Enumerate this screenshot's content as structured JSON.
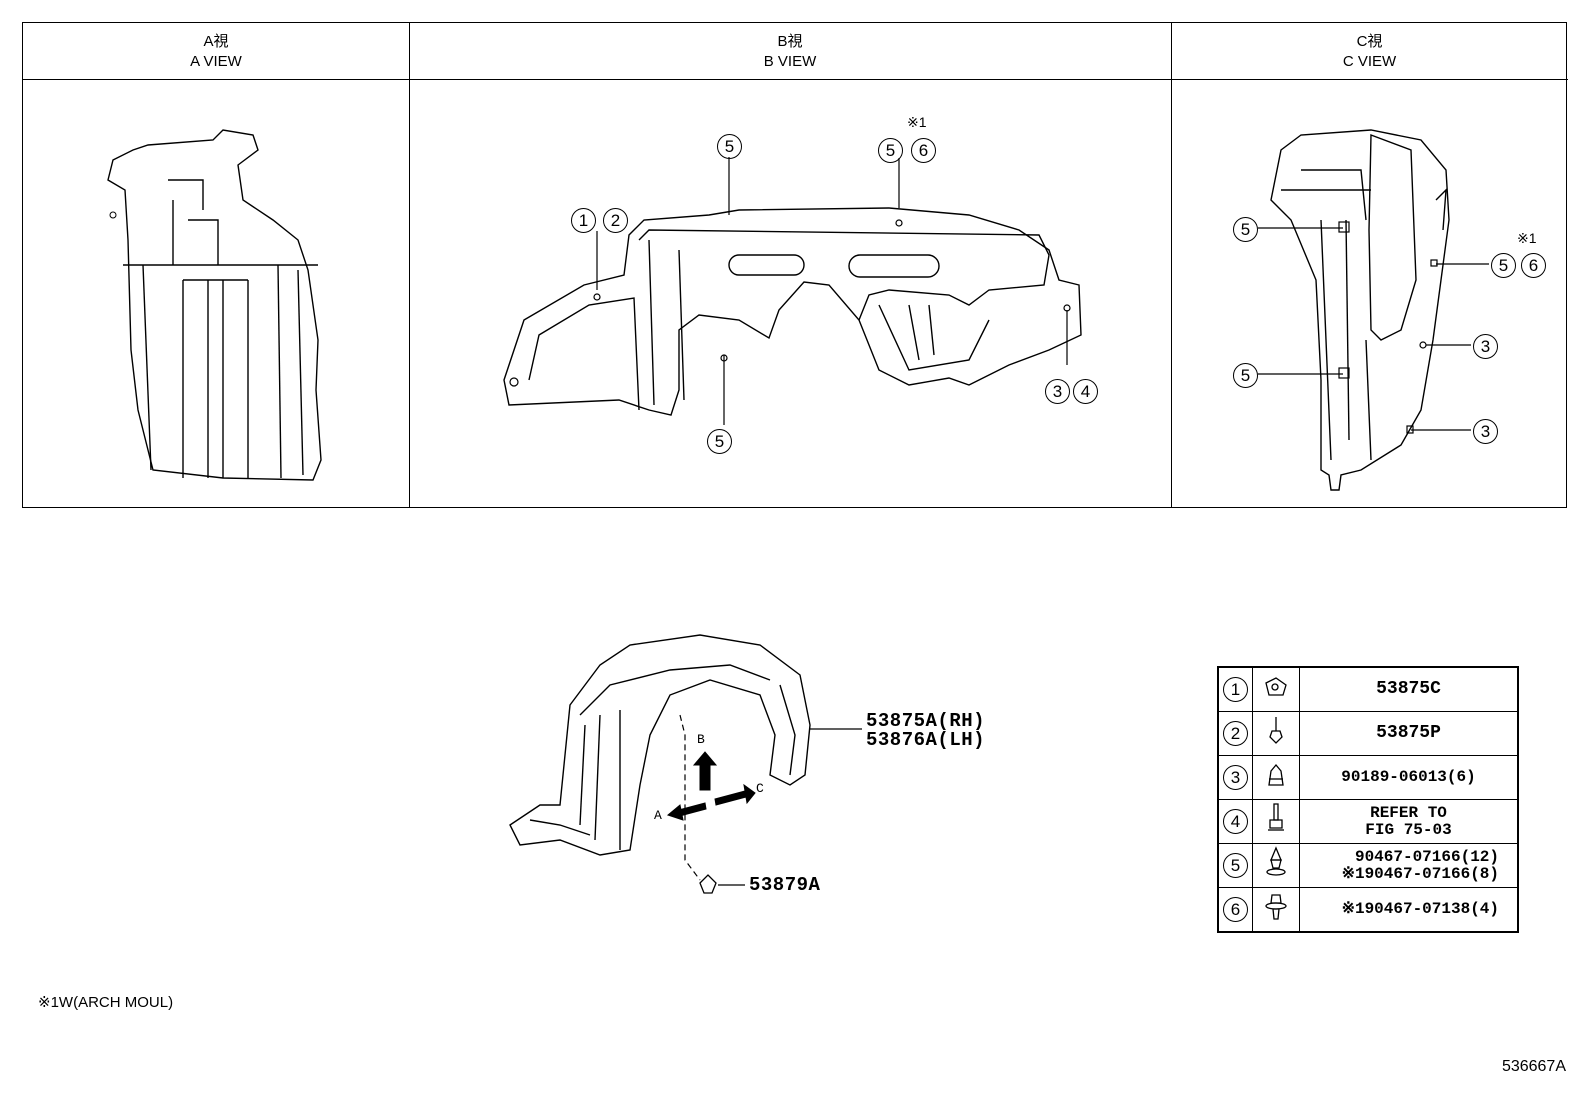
{
  "views": [
    {
      "title_jp": "A視",
      "title_en": "A VIEW"
    },
    {
      "title_jp": "B視",
      "title_en": "B VIEW"
    },
    {
      "title_jp": "C視",
      "title_en": "C VIEW"
    }
  ],
  "callouts": {
    "one": "1",
    "two": "2",
    "three": "3",
    "four": "4",
    "five": "5",
    "six": "6",
    "note_mark": "※1"
  },
  "main_labels": {
    "liner_rh": "53875A(RH)",
    "liner_lh": "53876A(LH)",
    "clip": "53879A",
    "arrow_a": "A",
    "arrow_b": "B",
    "arrow_c": "C"
  },
  "legend": [
    {
      "num": "1",
      "icon": "nut-clip-icon",
      "part": "53875C"
    },
    {
      "num": "2",
      "icon": "screw-icon",
      "part": "53875P"
    },
    {
      "num": "3",
      "icon": "nut-icon",
      "part": "90189-06013(6)"
    },
    {
      "num": "4",
      "icon": "bolt-icon",
      "part_line1": "REFER TO",
      "part_line2": "FIG 75-03"
    },
    {
      "num": "5",
      "icon": "clip-icon",
      "part_line1": "90467-07166(12)",
      "part_line2": "※190467-07166(8)"
    },
    {
      "num": "6",
      "icon": "push-clip-icon",
      "part": "※190467-07138(4)"
    }
  ],
  "footnote": "※1W(ARCH MOUL)",
  "image_id": "536667A"
}
